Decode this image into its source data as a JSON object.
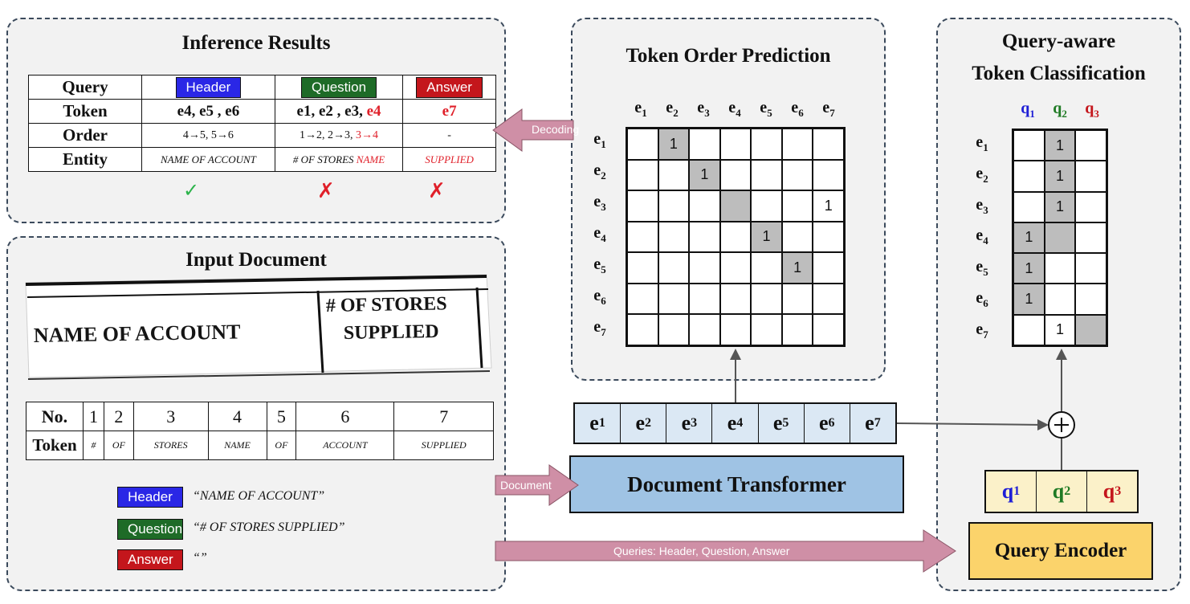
{
  "inference": {
    "title": "Inference Results",
    "row_labels": [
      "Query",
      "Token",
      "Order",
      "Entity"
    ],
    "queries": [
      "Header",
      "Question",
      "Answer"
    ],
    "header_col": {
      "token": "e4, e5 , e6",
      "order": "4→5, 5→6",
      "entity": "NAME OF ACCOUNT"
    },
    "question_col": {
      "token_pre": "e1, e2 , e3, ",
      "token_red": "e4",
      "order_pre": "1→2, 2→3, ",
      "order_red": "3→4",
      "entity_pre": "# OF STORES ",
      "entity_red": "NAME"
    },
    "answer_col": {
      "token": "e7",
      "order": "-",
      "entity": "SUPPLIED"
    },
    "marks": [
      "✓",
      "✗",
      "✗"
    ]
  },
  "decoding_label": "Decoding",
  "document_label": "Document",
  "queries_arrow_label": "Queries: Header, Question, Answer",
  "input_doc": {
    "title": "Input Document",
    "scan_left": "NAME OF ACCOUNT",
    "scan_right_1": "# OF STORES",
    "scan_right_2": "SUPPLIED",
    "row_labels": [
      "No.",
      "Token"
    ],
    "numbers": [
      "1",
      "2",
      "3",
      "4",
      "5",
      "6",
      "7"
    ],
    "tokens": [
      "#",
      "OF",
      "STORES",
      "NAME",
      "OF",
      "ACCOUNT",
      "SUPPLIED"
    ],
    "legend": [
      {
        "label": "Header",
        "value": "“NAME OF ACCOUNT”"
      },
      {
        "label": "Question",
        "value": "“# OF STORES SUPPLIED”"
      },
      {
        "label": "Answer",
        "value": "“”"
      }
    ]
  },
  "top": {
    "title": "Token Order Prediction",
    "grid": [
      [
        "",
        "1",
        "",
        "",
        "",
        "",
        ""
      ],
      [
        "",
        "",
        "1",
        "",
        "",
        "",
        ""
      ],
      [
        "",
        "",
        "",
        "",
        "",
        "",
        "1"
      ],
      [
        "",
        "",
        "",
        "",
        "1",
        "",
        ""
      ],
      [
        "",
        "",
        "",
        "",
        "",
        "1",
        ""
      ],
      [
        "",
        "",
        "",
        "",
        "",
        "",
        ""
      ],
      [
        "",
        "",
        "",
        "",
        "",
        "",
        ""
      ]
    ],
    "shaded": [
      [
        0,
        1
      ],
      [
        1,
        2
      ],
      [
        2,
        3
      ],
      [
        3,
        4
      ],
      [
        4,
        5
      ]
    ]
  },
  "qtc": {
    "title_1": "Query-aware",
    "title_2": "Token Classification",
    "grid": [
      [
        "",
        "1",
        ""
      ],
      [
        "",
        "1",
        ""
      ],
      [
        "",
        "1",
        ""
      ],
      [
        "1",
        "",
        ""
      ],
      [
        "1",
        "",
        ""
      ],
      [
        "1",
        "",
        ""
      ],
      [
        "",
        "1",
        ""
      ]
    ],
    "shaded": [
      [
        0,
        1
      ],
      [
        1,
        1
      ],
      [
        2,
        1
      ],
      [
        3,
        0
      ],
      [
        3,
        1
      ],
      [
        4,
        0
      ],
      [
        5,
        0
      ],
      [
        6,
        2
      ]
    ]
  },
  "document_transformer_label": "Document Transformer",
  "query_encoder_label": "Query Encoder",
  "colors": {
    "header": "#2a27e6",
    "question": "#1e6b27",
    "answer": "#c4161c",
    "arrow": "#cf8fa6"
  }
}
